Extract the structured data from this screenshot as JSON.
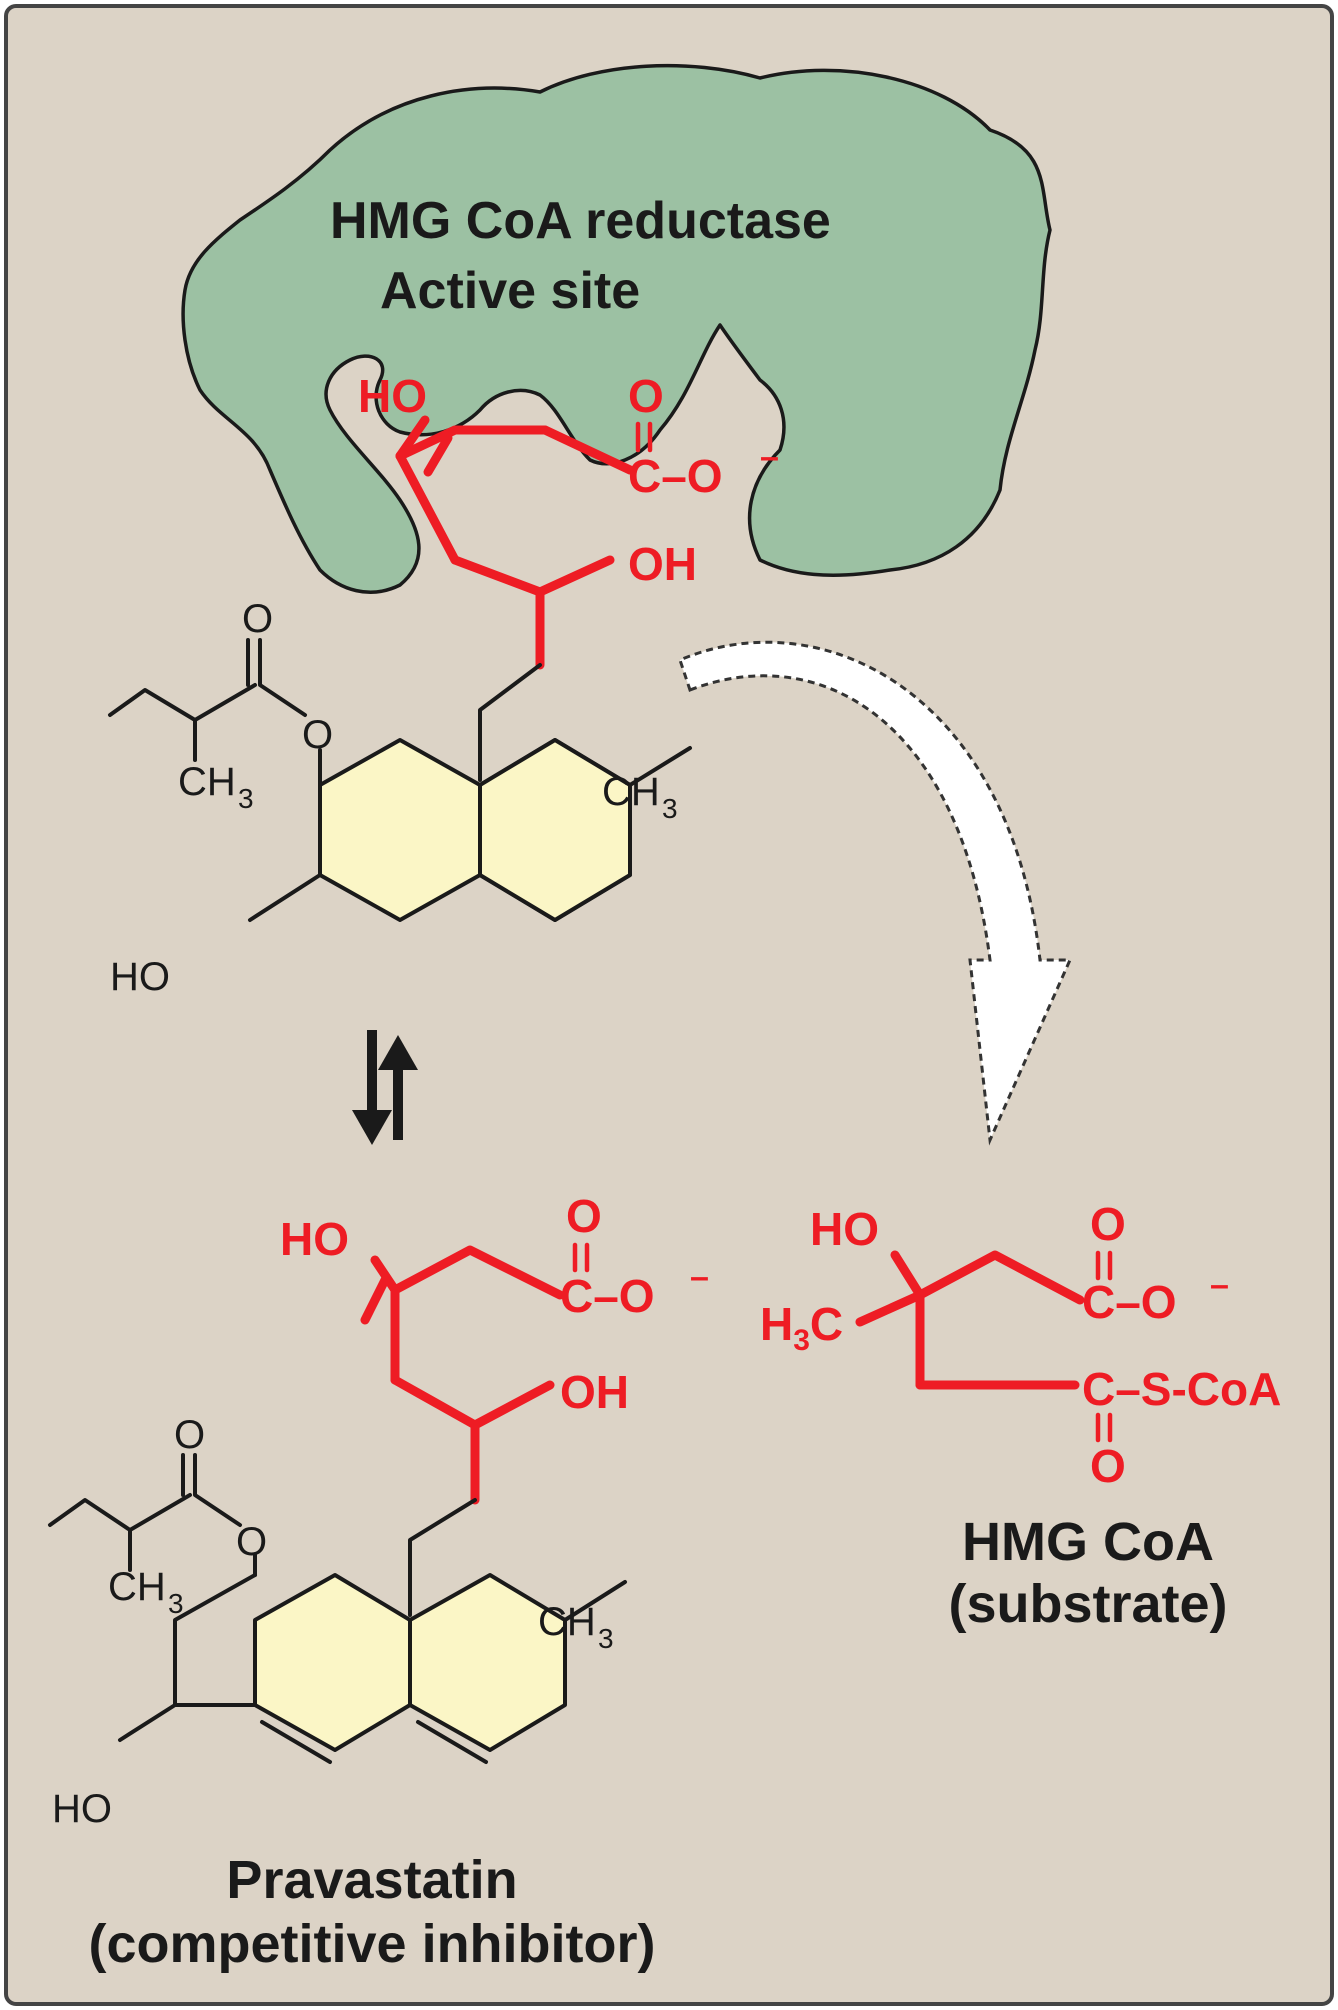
{
  "enzyme": {
    "title_line1": "HMG CoA reductase",
    "title_line2": "Active site"
  },
  "bound_inhibitor": {
    "red_labels": {
      "ho": "HO",
      "oh": "OH",
      "carbonyl_o": "O",
      "carboxylate": "C–O",
      "minus": "–"
    },
    "black_labels": {
      "ester_o": "O",
      "ether_o": "O",
      "ch3_branch": "CH",
      "ch3_branch_sub": "3",
      "ch3_ring": "CH",
      "ch3_ring_sub": "3",
      "ring_ho": "HO"
    }
  },
  "free_inhibitor": {
    "red_labels": {
      "ho": "HO",
      "oh": "OH",
      "carbonyl_o": "O",
      "carboxylate": "C–O",
      "minus": "–"
    },
    "black_labels": {
      "ester_o": "O",
      "ether_o": "O",
      "ch3_branch": "CH",
      "ch3_branch_sub": "3",
      "ch3_ring": "CH",
      "ch3_ring_sub": "3",
      "ring_ho": "HO"
    },
    "name": "Pravastatin",
    "role": "(competitive inhibitor)"
  },
  "substrate": {
    "red_labels": {
      "ho": "HO",
      "h3c_h": "H",
      "h3c_sub": "3",
      "h3c_c": "C",
      "carbonyl_o": "O",
      "carboxylate": "C–O",
      "minus": "–",
      "thioester": "C–S-CoA",
      "thio_o": "O"
    },
    "name": "HMG CoA",
    "role": "(substrate)"
  },
  "colors": {
    "background": "#dcd3c6",
    "enzyme_fill": "#9cc1a3",
    "ring_fill": "#fbf6c6",
    "highlight": "#ee1c24",
    "ink": "#1a1a1a"
  }
}
